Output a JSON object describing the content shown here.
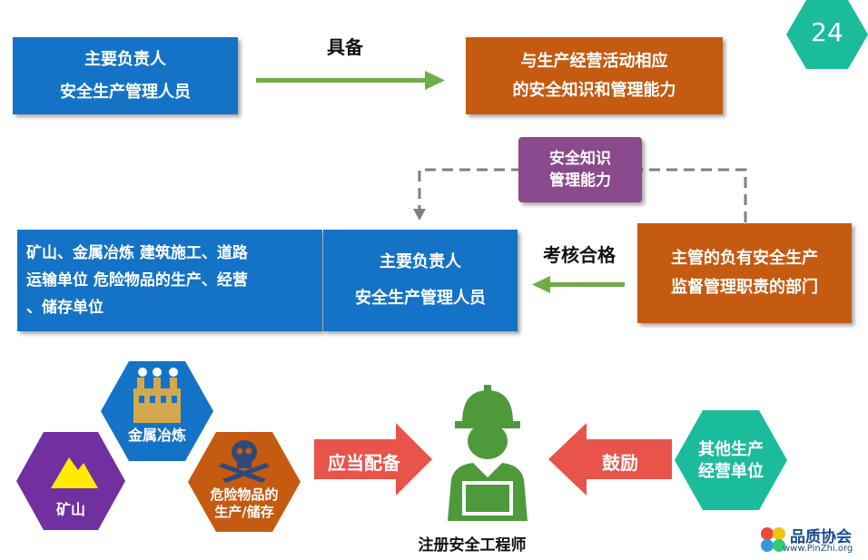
{
  "page_number": "24",
  "top_left_box": {
    "line1": "主要负责人",
    "line2": "安全生产管理人员"
  },
  "top_arrow_label": "具备",
  "top_right_box": {
    "line1": "与生产经营活动相应",
    "line2": "的安全知识和管理能力"
  },
  "knowledge_box": {
    "line1": "安全知识",
    "line2": "管理能力"
  },
  "industries_box": {
    "line1": "矿山、金属冶炼 建筑施工、道路",
    "line2": "运输单位 危险物品的生产、经营",
    "line3": "、储存单位"
  },
  "middle_center_box": {
    "line1": "主要负责人",
    "line2": "安全生产管理人员"
  },
  "assess_label": "考核合格",
  "department_box": {
    "line1": "主管的负有安全生产",
    "line2": "监督管理职责的部门"
  },
  "hex_mining": "矿山",
  "hex_metal": "金属冶炼",
  "hex_danger": {
    "line1": "危险物品的",
    "line2": "生产/储存"
  },
  "arrow_should": "应当配备",
  "arrow_encourage": "鼓励",
  "hex_other": {
    "line1": "其他生产",
    "line2": "经营单位"
  },
  "engineer_label": "注册安全工程师",
  "logo": {
    "name": "品质协会",
    "url": "www.PinZhi.org"
  },
  "colors": {
    "blue": "#1473c6",
    "orange": "#c55a11",
    "purple": "#8b4a8b",
    "green_arrow": "#70ad47",
    "red_arrow": "#e8534a",
    "teal": "#1abc9c",
    "violet": "#7030a0",
    "engineer_green": "#4e9a3b",
    "dashed": "#7f7f7f"
  }
}
